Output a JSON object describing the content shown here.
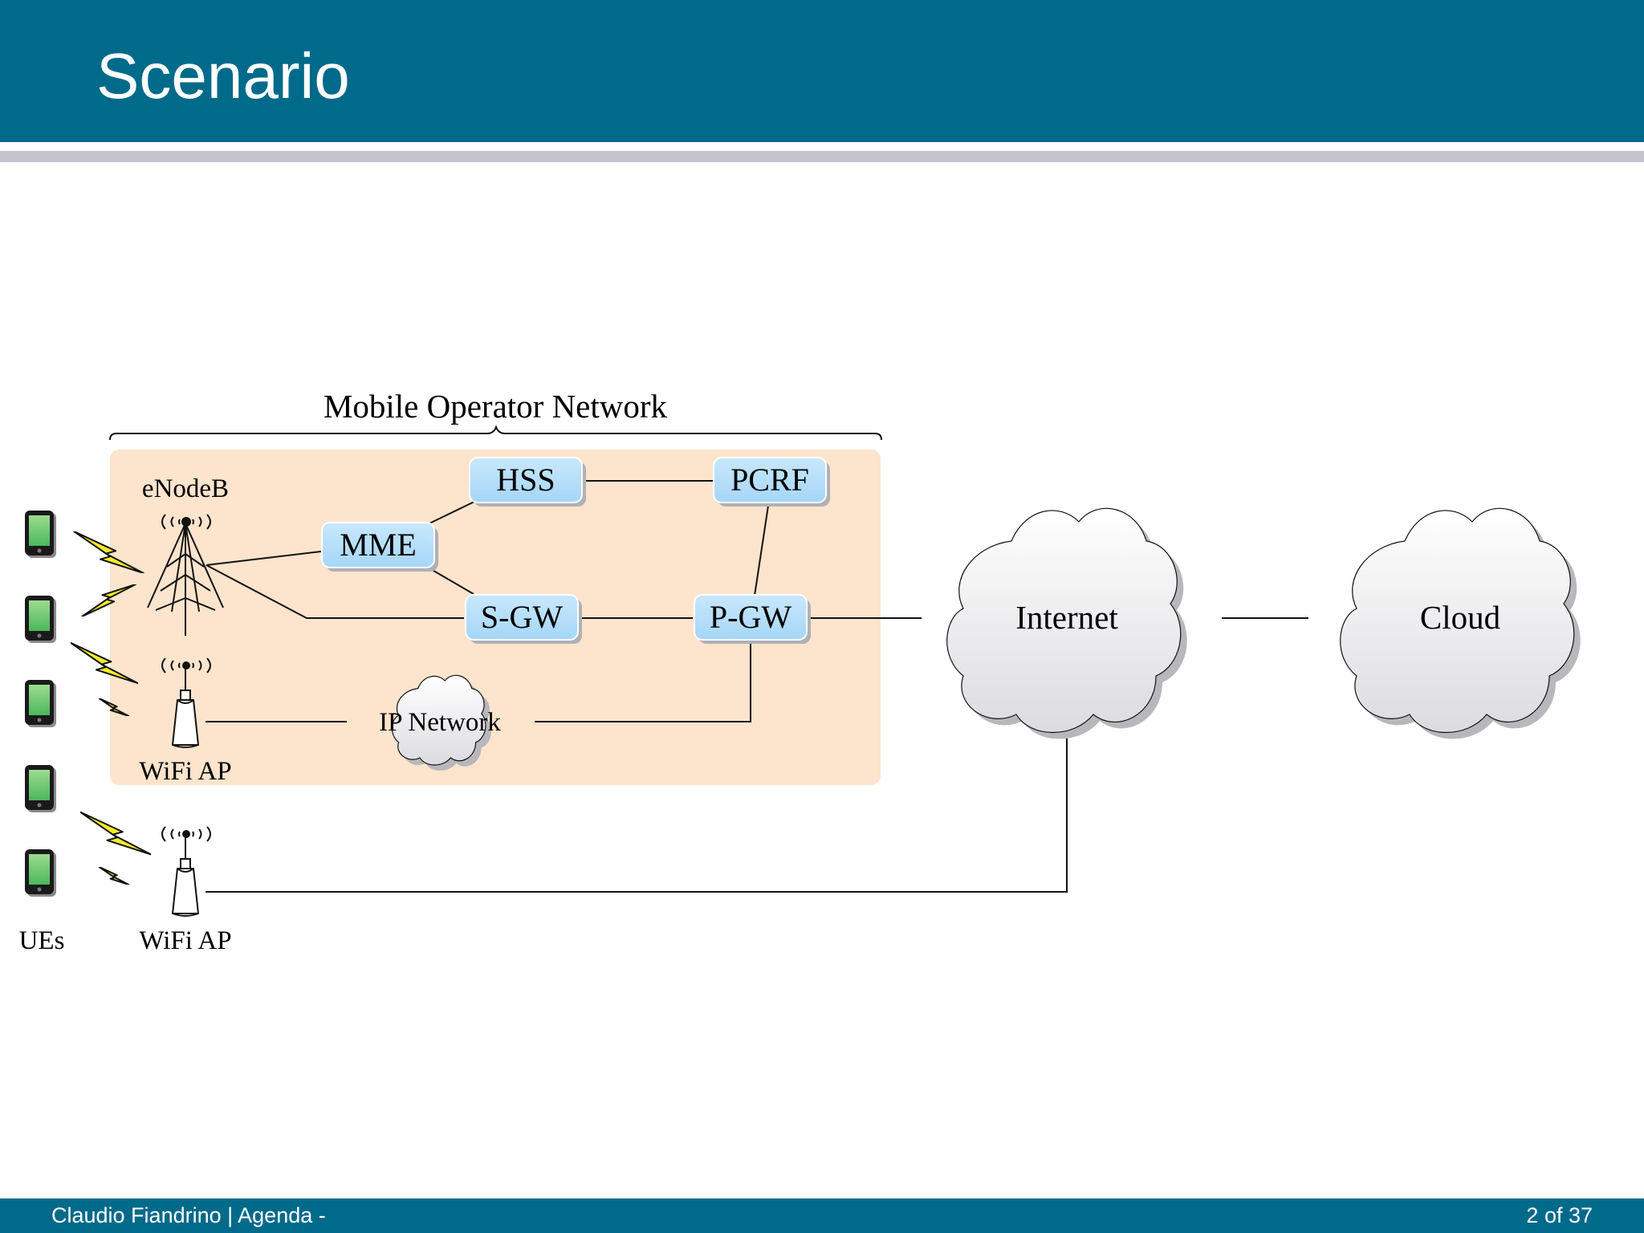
{
  "slide": {
    "title": "Scenario",
    "footer_left": "Claudio Fiandrino | Agenda -",
    "footer_right": "2 of 37"
  },
  "diagram": {
    "group_label": "Mobile Operator Network",
    "enodeb_label": "eNodeB",
    "wifi_ap_inner_label": "WiFi AP",
    "wifi_ap_outer_label": "WiFi AP",
    "ues_label": "UEs",
    "nodes": {
      "hss": "HSS",
      "pcrf": "PCRF",
      "mme": "MME",
      "sgw": "S-GW",
      "pgw": "P-GW"
    },
    "clouds": {
      "ip_network": "IP Network",
      "internet": "Internet",
      "cloud": "Cloud"
    },
    "colors": {
      "header": "#006a8a",
      "operator_area": "#fde4cc",
      "node_fill": "#b3defa",
      "cloud_fill": "#f4f4f6",
      "phone_screen": "#5fc46a",
      "lightning": "#f4ea2a"
    }
  }
}
